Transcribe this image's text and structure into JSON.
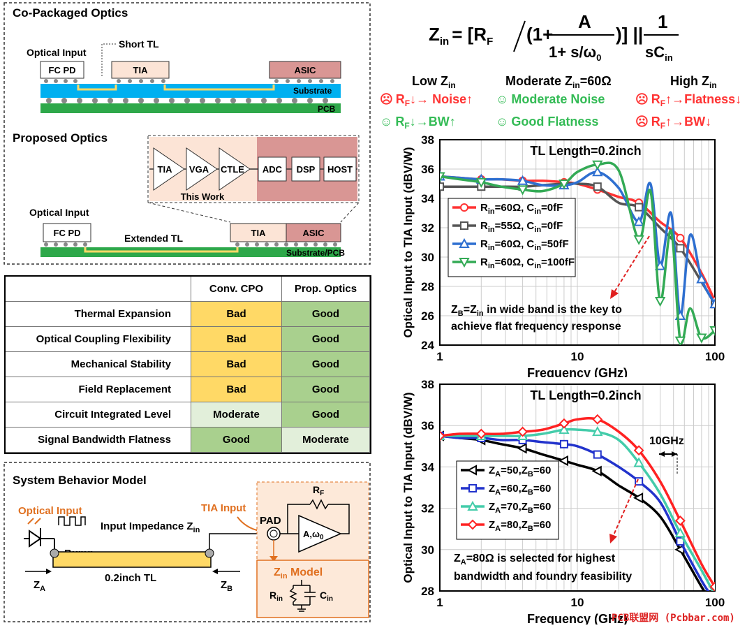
{
  "cpo": {
    "title": "Co-Packaged Optics",
    "optical_input": "Optical Input",
    "short_tl": "Short TL",
    "fc_pd": "FC PD",
    "tia": "TIA",
    "asic": "ASIC",
    "substrate": "Substrate",
    "pcb": "PCB"
  },
  "proposed": {
    "title": "Proposed Optics",
    "chain": [
      "TIA",
      "VGA",
      "CTLE",
      "ADC",
      "DSP",
      "HOST"
    ],
    "this_work": "This Work",
    "optical_input": "Optical Input",
    "fc_pd": "FC PD",
    "extended_tl": "Extended TL",
    "tia": "TIA",
    "asic": "ASIC",
    "substrate_pcb": "Substrate/PCB"
  },
  "comparison": {
    "headers": [
      "",
      "Conv. CPO",
      "Prop. Optics"
    ],
    "rows": [
      {
        "label": "Thermal Expansion",
        "cpo": "Bad",
        "prop": "Good",
        "cpo_color": "#ffd966",
        "prop_color": "#a9d08e"
      },
      {
        "label": "Optical Coupling Flexibility",
        "cpo": "Bad",
        "prop": "Good",
        "cpo_color": "#ffd966",
        "prop_color": "#a9d08e"
      },
      {
        "label": "Mechanical Stability",
        "cpo": "Bad",
        "prop": "Good",
        "cpo_color": "#ffd966",
        "prop_color": "#a9d08e"
      },
      {
        "label": "Field Replacement",
        "cpo": "Bad",
        "prop": "Good",
        "cpo_color": "#ffd966",
        "prop_color": "#a9d08e"
      },
      {
        "label": "Circuit Integrated Level",
        "cpo": "Moderate",
        "prop": "Good",
        "cpo_color": "#e2efda",
        "prop_color": "#a9d08e"
      },
      {
        "label": "Signal Bandwidth Flatness",
        "cpo": "Good",
        "prop": "Moderate",
        "cpo_color": "#a9d08e",
        "prop_color": "#e2efda"
      }
    ]
  },
  "sbm": {
    "title": "System Behavior Model",
    "optical_input": "Optical Input",
    "tia_input": "TIA Input",
    "input_impedance": "Input Impedance Z",
    "input_impedance_sub": "in",
    "pad": "PAD",
    "rf": "R",
    "rf_sub": "F",
    "amp": "A,ω",
    "amp_sub": "0",
    "bump": "Bump",
    "za": "Z",
    "za_sub": "A",
    "zb": "Z",
    "zb_sub": "B",
    "tl": "0.2inch TL",
    "zin_model": "Z",
    "zin_model_sub": "in",
    "zin_model_suffix": " Model",
    "rin": "R",
    "rin_sub": "in",
    "cin": "C",
    "cin_sub": "in"
  },
  "formula": {
    "lhs": "Z",
    "lhs_sub": "in",
    "eq": "= [R",
    "rf_sub": "F",
    "paren": "(1+",
    "num": "A",
    "den": "1+ s/ω",
    "den_sub": "0",
    "close": ")] ||",
    "one": "1",
    "sc": "sC",
    "sc_sub": "in"
  },
  "tradeoff": {
    "low": {
      "title": "Low Z",
      "title_sub": "in",
      "l1": "R",
      "l1_sub": "F",
      "l1_text": "↓→ Noise↑",
      "l2": "R",
      "l2_sub": "F",
      "l2_text": "↓→BW↑",
      "l1_face": "☹",
      "l2_face": "☺"
    },
    "moderate": {
      "title": "Moderate Z",
      "title_sub": "in",
      "title_suffix": "=60Ω",
      "l1": "Moderate Noise",
      "l2": "Good Flatness",
      "face": "☺"
    },
    "high": {
      "title": "High Z",
      "title_sub": "in",
      "l1": "R",
      "l1_sub": "F",
      "l1_text": "↑→Flatness↓",
      "l2": "R",
      "l2_sub": "F",
      "l2_text": "↑→BW↓",
      "face": "☹"
    },
    "red": "#ff3333",
    "green": "#33bb55"
  },
  "chart_data": [
    {
      "type": "line",
      "title": "TL Length=0.2inch",
      "xlabel": "Frequency (GHz)",
      "ylabel": "Optical Input to TIA Input (dBV/W)",
      "xscale": "log",
      "xlim": [
        1,
        100
      ],
      "ylim": [
        24,
        38
      ],
      "xticks": [
        "1",
        "10",
        "100"
      ],
      "yticks": [
        "24",
        "26",
        "28",
        "30",
        "32",
        "34",
        "36",
        "38"
      ],
      "grid": true,
      "legend_position": "center-left",
      "annotation": [
        "Z",
        "B",
        "=Z",
        "in",
        " in wide band is the key to",
        "achieve flat frequency response"
      ],
      "series": [
        {
          "name": "R_in=60Ω, C_in=0fF",
          "color": "#ff3333",
          "marker": "circle",
          "x": [
            1,
            1.4,
            2,
            2.8,
            4,
            5.6,
            8,
            10,
            14,
            20,
            28,
            40,
            56,
            80,
            100
          ],
          "y": [
            35.5,
            35.4,
            35.3,
            35.3,
            35.2,
            35.2,
            35.1,
            35.0,
            34.6,
            34.1,
            33.7,
            32.4,
            31.3,
            28.9,
            27.0
          ]
        },
        {
          "name": "R_in=55Ω, C_in=0fF",
          "color": "#555555",
          "marker": "square",
          "x": [
            1,
            1.4,
            2,
            2.8,
            4,
            5.6,
            8,
            10,
            14,
            20,
            28,
            40,
            56,
            80,
            100
          ],
          "y": [
            34.8,
            34.8,
            34.8,
            34.8,
            34.8,
            34.9,
            35.0,
            35.0,
            34.8,
            33.7,
            33.4,
            32.0,
            30.6,
            28.3,
            26.8
          ]
        },
        {
          "name": "R_in=60Ω, C_in=50fF",
          "color": "#2e6fd0",
          "marker": "triangle",
          "x": [
            1,
            1.4,
            2,
            2.8,
            4,
            5.6,
            8,
            10,
            14,
            20,
            28,
            34,
            40,
            48,
            56,
            66,
            80,
            100
          ],
          "y": [
            35.5,
            35.4,
            35.3,
            35.3,
            35.2,
            34.9,
            34.9,
            35.1,
            35.8,
            34.7,
            32.4,
            35.0,
            29.4,
            33.0,
            26.0,
            31.5,
            28.5,
            26.8
          ]
        },
        {
          "name": "R_in=60Ω, C_in=100fF",
          "color": "#33aa55",
          "marker": "triangle-down",
          "x": [
            1,
            1.4,
            2,
            2.8,
            4,
            5.6,
            8,
            10,
            14,
            20,
            28,
            34,
            40,
            48,
            56,
            66,
            80,
            100
          ],
          "y": [
            35.5,
            35.3,
            35.1,
            34.8,
            34.6,
            34.5,
            35.0,
            35.8,
            36.3,
            35.9,
            31.2,
            34.5,
            27.0,
            31.8,
            24.3,
            26.5,
            24.5,
            25.0
          ]
        }
      ]
    },
    {
      "type": "line",
      "title": "TL Length=0.2inch",
      "xlabel": "Frequency (GHz)",
      "ylabel": "Optical Input to TIA Input (dBV/W)",
      "xscale": "log",
      "xlim": [
        1,
        100
      ],
      "ylim": [
        28,
        38
      ],
      "xticks": [
        "1",
        "10",
        "100"
      ],
      "yticks": [
        "28",
        "30",
        "32",
        "34",
        "36",
        "38"
      ],
      "grid": true,
      "legend_position": "center-left",
      "marker_label": "10GHz",
      "annotation": [
        "Z",
        "A",
        "=80Ω  is selected for highest",
        "bandwidth and foundry feasibility"
      ],
      "series": [
        {
          "name": "Z_A=50,Z_B=60",
          "color": "#000000",
          "marker": "triangle-left",
          "x": [
            1,
            1.4,
            2,
            2.8,
            4,
            5.6,
            8,
            10,
            14,
            20,
            28,
            40,
            56,
            80,
            100
          ],
          "y": [
            35.5,
            35.4,
            35.3,
            35.1,
            34.9,
            34.6,
            34.3,
            34.1,
            33.8,
            33.1,
            32.5,
            31.6,
            30.0,
            28.2,
            27.2
          ]
        },
        {
          "name": "Z_A=60,Z_B=60",
          "color": "#2233cc",
          "marker": "square",
          "x": [
            1,
            1.4,
            2,
            2.8,
            4,
            5.6,
            8,
            10,
            14,
            20,
            28,
            40,
            56,
            80,
            100
          ],
          "y": [
            35.5,
            35.4,
            35.4,
            35.3,
            35.3,
            35.2,
            35.1,
            35.0,
            34.6,
            34.0,
            33.3,
            32.3,
            30.4,
            28.5,
            27.5
          ]
        },
        {
          "name": "Z_A=70,Z_B=60",
          "color": "#44ccaa",
          "marker": "triangle",
          "x": [
            1,
            1.4,
            2,
            2.8,
            4,
            5.6,
            8,
            10,
            14,
            20,
            28,
            40,
            56,
            80,
            100
          ],
          "y": [
            35.5,
            35.5,
            35.5,
            35.5,
            35.5,
            35.6,
            35.8,
            35.8,
            35.7,
            35.3,
            34.2,
            32.7,
            30.8,
            29.0,
            27.8
          ]
        },
        {
          "name": "Z_A=80,Z_B=60",
          "color": "#ff2222",
          "marker": "diamond",
          "x": [
            1,
            1.4,
            2,
            2.8,
            4,
            5.6,
            8,
            10,
            14,
            20,
            28,
            40,
            56,
            80,
            100
          ],
          "y": [
            35.5,
            35.6,
            35.6,
            35.6,
            35.7,
            35.8,
            36.1,
            36.3,
            36.3,
            35.7,
            34.8,
            33.3,
            31.4,
            29.3,
            28.2
          ]
        }
      ]
    }
  ],
  "watermark": "PCB联盟网 (Pcbbar.com)"
}
